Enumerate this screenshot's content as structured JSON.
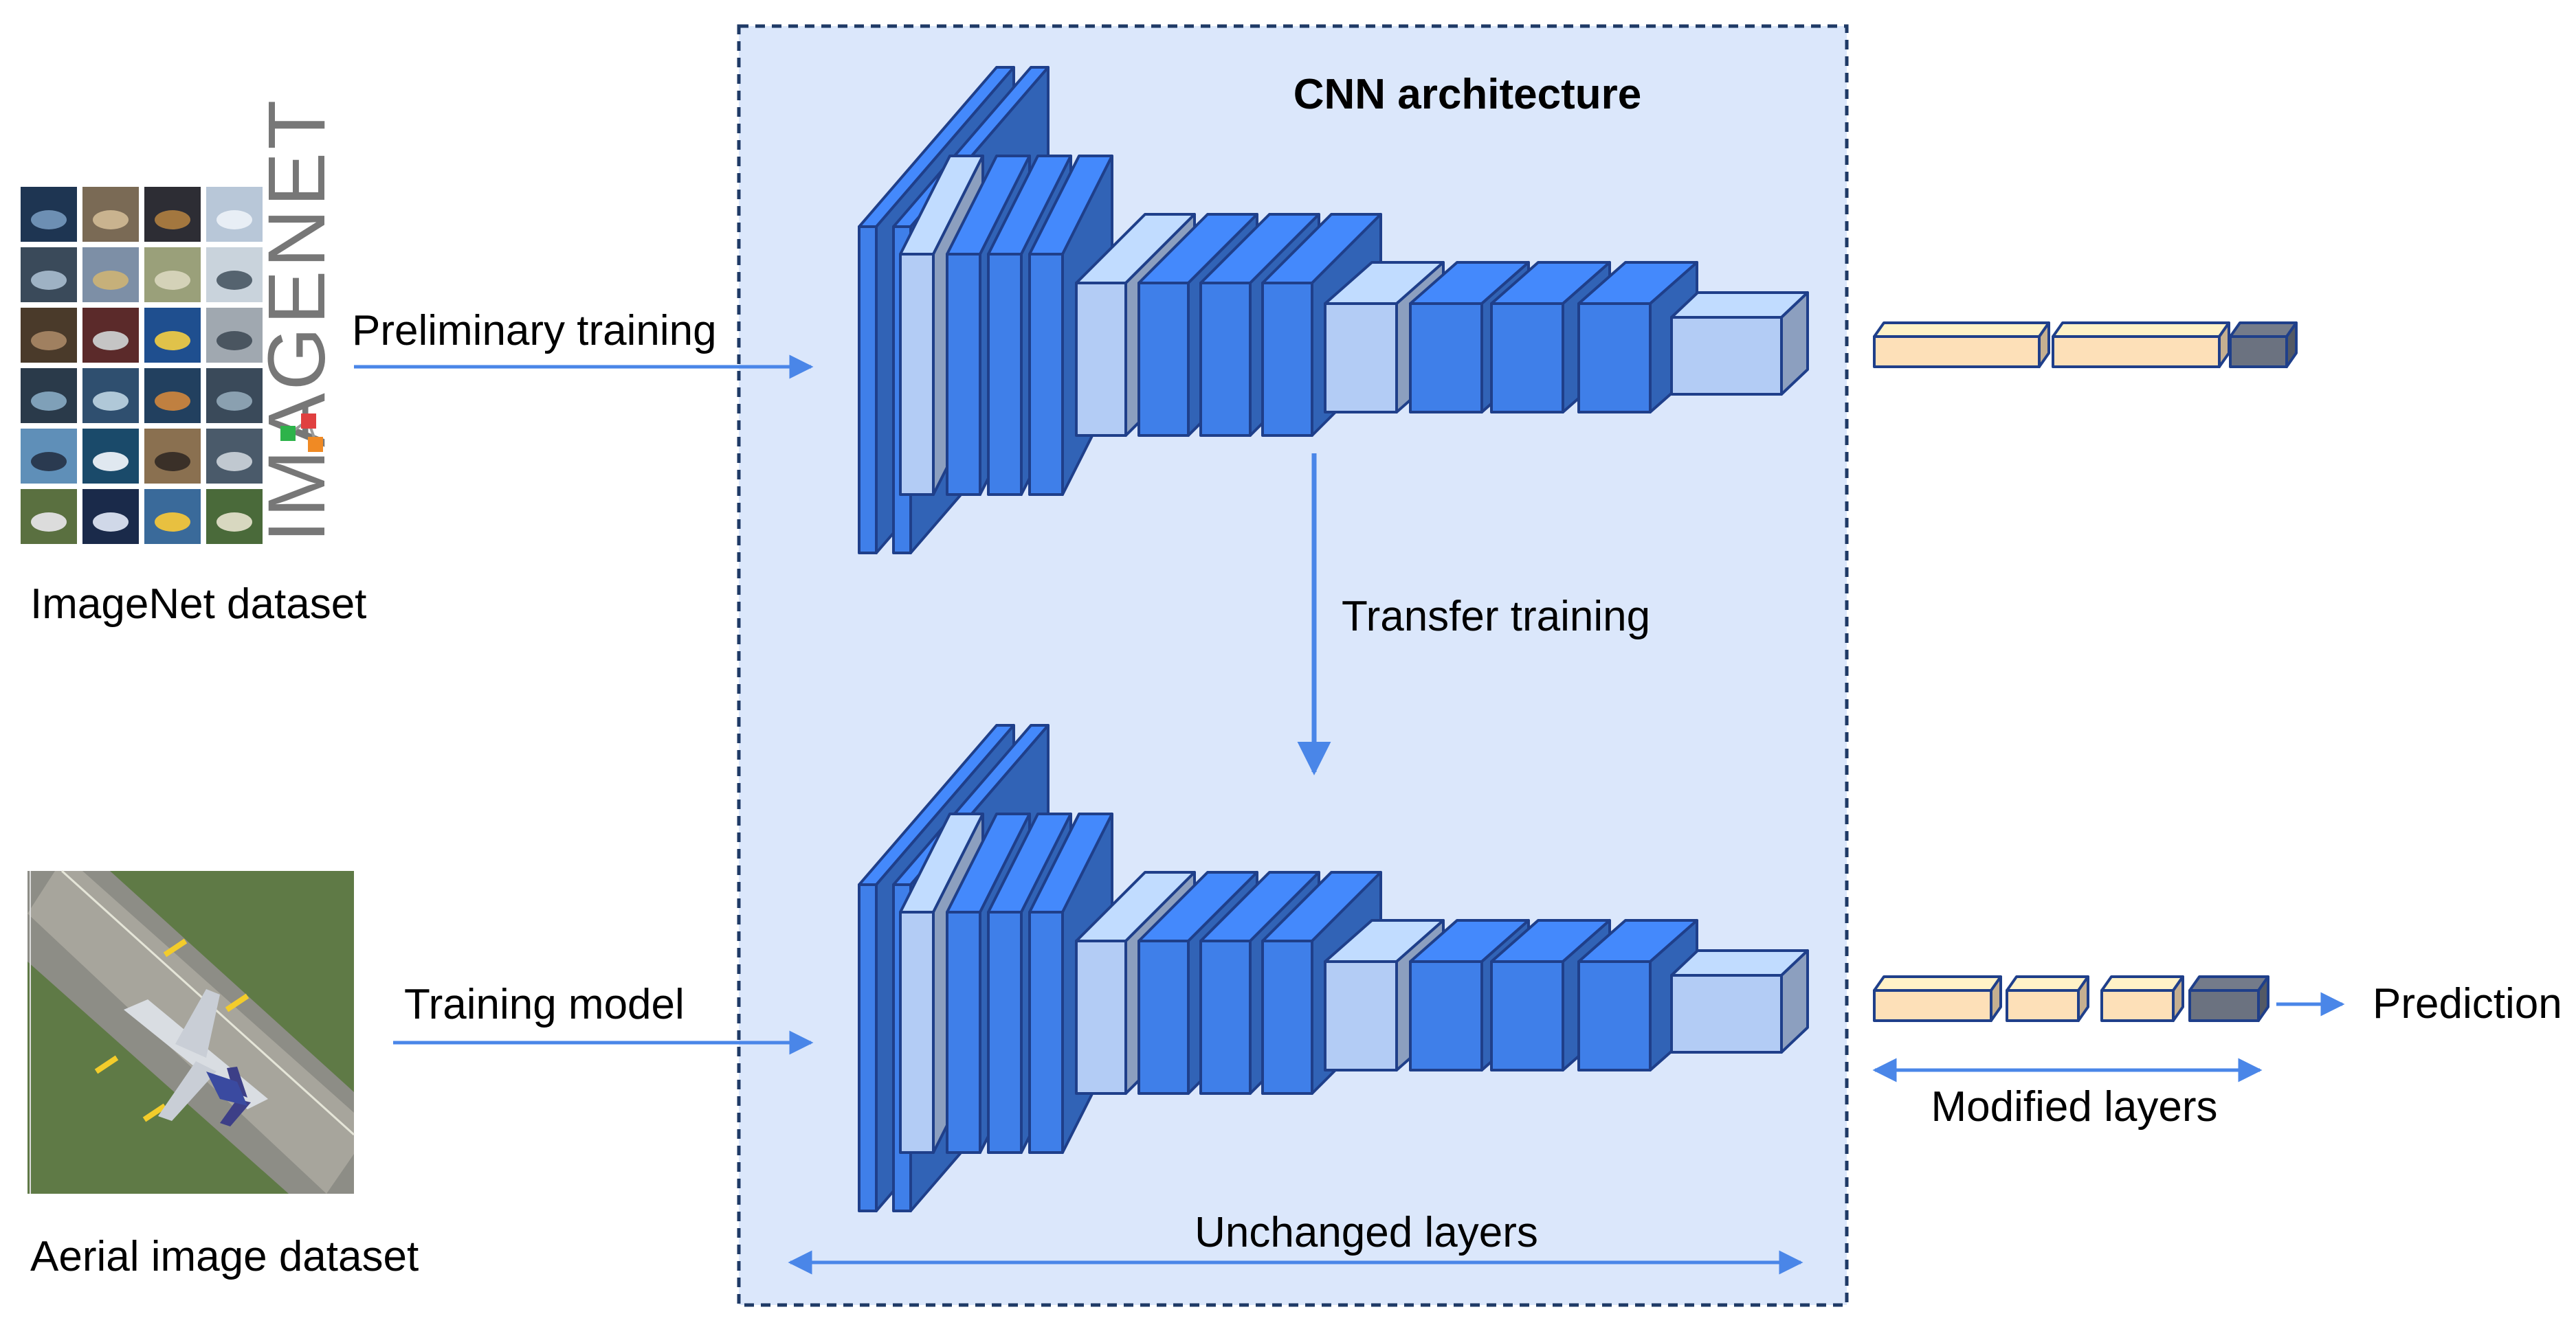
{
  "title": "CNN architecture",
  "labels": {
    "imagenet_dataset": "ImageNet dataset",
    "aerial_dataset": "Aerial image dataset",
    "preliminary_training": "Preliminary training",
    "training_model": "Training model",
    "transfer_training": "Transfer training",
    "unchanged_layers": "Unchanged layers",
    "modified_layers": "Modified layers",
    "prediction": "Prediction"
  },
  "logo_text": "IMAGENET",
  "colors": {
    "panel_fill": "#dbe7fb",
    "panel_border": "#1f3a66",
    "layer_dark": "#3f7fe9",
    "layer_light": "#b3ccf5",
    "arrow": "#4a86e8",
    "fc_peach": "#fde0b8",
    "fc_gray": "#6b7280"
  },
  "icons": {
    "imagenet_thumbnails": "image-grid-icon",
    "aerial_image": "airplane-photo-icon"
  }
}
